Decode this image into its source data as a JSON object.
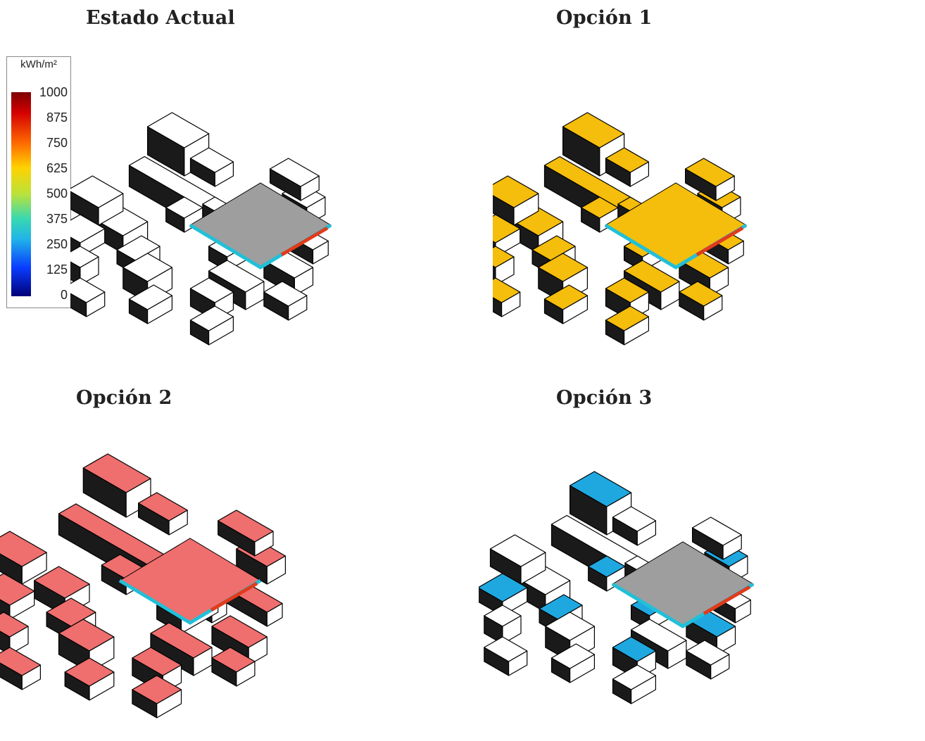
{
  "panels": [
    {
      "title": "Estado Actual"
    },
    {
      "title": "Opción 1"
    },
    {
      "title": "Opción 2"
    },
    {
      "title": "Opción 3"
    }
  ],
  "legend": {
    "unit": "kWh/m²",
    "ticks": [
      "1000",
      "875",
      "750",
      "625",
      "500",
      "375",
      "250",
      "125",
      "0"
    ]
  },
  "colors": {
    "option1_roof": "#f5bd0c",
    "option2_roof": "#ef6e6e",
    "option3_roof": "#1fa8e0",
    "existing_roof": "#ffffff",
    "target_block_roof": "#9e9e9e",
    "shadow_side": "#1a1a1a"
  }
}
